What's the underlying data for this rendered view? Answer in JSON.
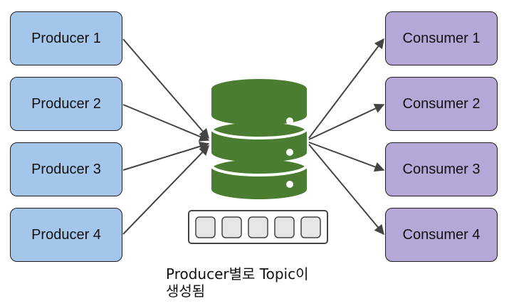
{
  "producers": [
    {
      "label": "Producer 1"
    },
    {
      "label": "Producer 2"
    },
    {
      "label": "Producer 3"
    },
    {
      "label": "Producer 4"
    }
  ],
  "consumers": [
    {
      "label": "Consumer 1"
    },
    {
      "label": "Consumer 2"
    },
    {
      "label": "Consumer 3"
    },
    {
      "label": "Consumer 4"
    }
  ],
  "caption": {
    "line1": "Producer별로 Topic이",
    "line2": "생성됨"
  },
  "colors": {
    "producer_fill": "#a4c6ea",
    "consumer_fill": "#b5a7d8",
    "database_fill": "#4a7d31",
    "arrow": "#444444",
    "queue_slot": "#e6e6e6"
  },
  "icons": {
    "database": "database-icon",
    "queue": "message-queue-icon"
  }
}
